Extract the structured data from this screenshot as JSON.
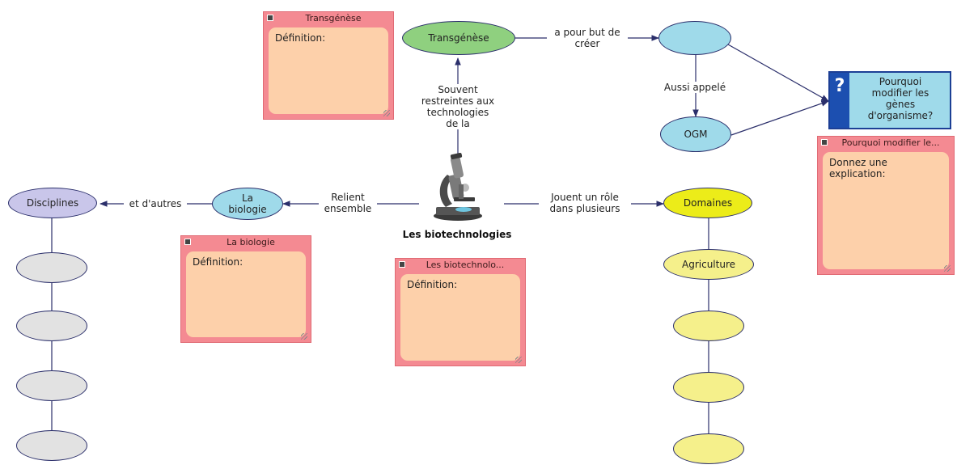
{
  "center": {
    "label": "Les biotechnologies",
    "icon": "microscope-icon"
  },
  "nodes": {
    "transgenese": "Transgénèse",
    "creer_target": "",
    "ogm": "OGM",
    "la_biologie": "La\nbiologie",
    "disciplines": "Disciplines",
    "domaines": "Domaines",
    "agriculture": "Agriculture",
    "disc_empty": [
      "",
      "",
      "",
      ""
    ],
    "dom_empty": [
      "",
      "",
      ""
    ]
  },
  "links": {
    "restreintes": "Souvent\nrestreintes aux\ntechnologies\nde la",
    "but": "a pour but de\ncréer",
    "aussi": "Aussi appelé",
    "relient": "Relient\nensemble",
    "autres": "et d'autres",
    "jouent": "Jouent un rôle\ndans plusieurs"
  },
  "notes": {
    "transgenese": {
      "title": "Transgénèse",
      "body": "Définition:"
    },
    "biologie": {
      "title": "La biologie",
      "body": "Définition:"
    },
    "biotech": {
      "title": "Les biotechnolo...",
      "body": "Définition:"
    },
    "pourquoi": {
      "title": "Pourquoi modifier le...",
      "body": "Donnez une\nexplication:"
    }
  },
  "question": {
    "mark": "?",
    "text": "Pourquoi\nmodifier les\ngènes\nd'organisme?"
  },
  "colors": {
    "line": "#2b2f6b",
    "note_frame": "#f48a92",
    "note_body": "#fdd0aa",
    "node_blue": "#9fdaea",
    "node_green": "#8fd07f",
    "node_yellow": "#f5f08b",
    "node_grey": "#e2e2e2",
    "node_violet": "#c9c6ea"
  }
}
